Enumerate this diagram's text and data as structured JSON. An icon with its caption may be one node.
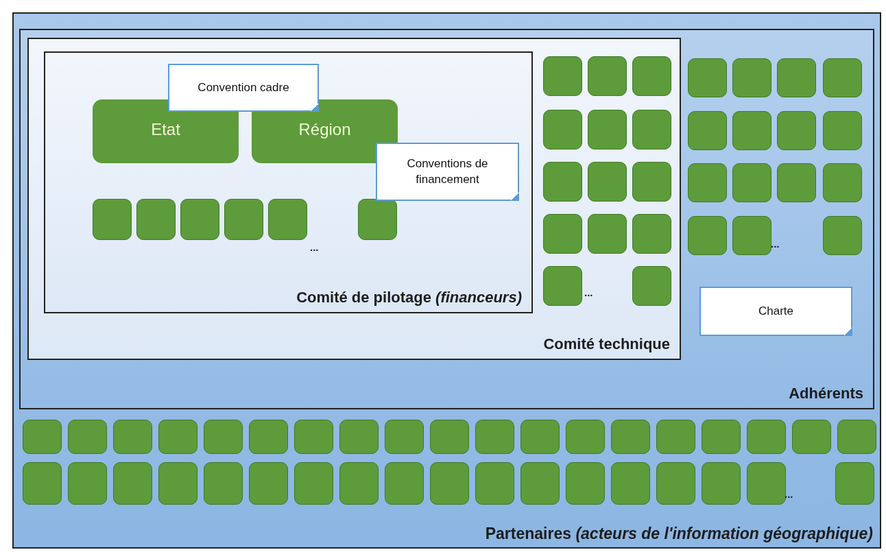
{
  "diagram": {
    "nodes": [
      {
        "text": [
          "Partenaires *(acteurs de l'information géographique)*"
        ]
      },
      {
        "text": [
          "Adhérents"
        ],
        "in": 0
      },
      {
        "text": [
          "Comité technique"
        ],
        "in": 1
      },
      {
        "text": [
          "Comité de pilotage *(financeurs)*"
        ],
        "in": 2
      },
      {
        "text": [
          "Etat"
        ],
        "in": 3
      },
      {
        "text": [
          "Région"
        ],
        "in": 3
      },
      {
        "text": [
          "Convention cadre"
        ],
        "in": 3
      },
      {
        "text": [
          "Conventions de financement"
        ],
        "in": 3
      },
      {
        "text": [],
        "shape": "box",
        "in": 3
      },
      {
        "text": [],
        "shape": "box",
        "in": 3
      },
      {
        "text": [],
        "shape": "box",
        "in": 3
      },
      {
        "text": [],
        "shape": "box",
        "in": 3
      },
      {
        "text": [],
        "shape": "box",
        "in": 3
      },
      {
        "text": [],
        "shape": "box",
        "in": 3
      },
      {
        "text": [],
        "shape": "box",
        "in": 2
      },
      {
        "text": [],
        "shape": "box",
        "in": 2
      },
      {
        "text": [],
        "shape": "box",
        "in": 2
      },
      {
        "text": [],
        "shape": "box",
        "in": 2
      },
      {
        "text": [],
        "shape": "box",
        "in": 2
      },
      {
        "text": [],
        "shape": "box",
        "in": 2
      },
      {
        "text": [],
        "shape": "box",
        "in": 2
      },
      {
        "text": [],
        "shape": "box",
        "in": 2
      },
      {
        "text": [],
        "shape": "box",
        "in": 2
      },
      {
        "text": [],
        "shape": "box",
        "in": 2
      },
      {
        "text": [],
        "shape": "box",
        "in": 2
      },
      {
        "text": [],
        "shape": "box",
        "in": 2
      },
      {
        "text": [],
        "shape": "box",
        "in": 2
      },
      {
        "text": [],
        "shape": "box",
        "in": 2
      },
      {
        "text": [],
        "shape": "box",
        "in": 1
      },
      {
        "text": [],
        "shape": "box",
        "in": 1
      },
      {
        "text": [],
        "shape": "box",
        "in": 1
      },
      {
        "text": [],
        "shape": "box",
        "in": 1
      },
      {
        "text": [],
        "shape": "box",
        "in": 1
      },
      {
        "text": [],
        "shape": "box",
        "in": 1
      },
      {
        "text": [],
        "shape": "box",
        "in": 1
      },
      {
        "text": [],
        "shape": "box",
        "in": 1
      },
      {
        "text": [],
        "shape": "box",
        "in": 1
      },
      {
        "text": [],
        "shape": "box",
        "in": 1
      },
      {
        "text": [],
        "shape": "box",
        "in": 1
      },
      {
        "text": [],
        "shape": "box",
        "in": 1
      },
      {
        "text": [],
        "shape": "box",
        "in": 1
      },
      {
        "text": [],
        "shape": "box",
        "in": 1
      },
      {
        "text": [],
        "shape": "box",
        "in": 1
      },
      {
        "text": [
          "Charte"
        ],
        "in": 1
      },
      {
        "text": [],
        "shape": "box",
        "in": 0
      },
      {
        "text": [],
        "shape": "box",
        "in": 0
      },
      {
        "text": [],
        "shape": "box",
        "in": 0
      },
      {
        "text": [],
        "shape": "box",
        "in": 0
      },
      {
        "text": [],
        "shape": "box",
        "in": 0
      },
      {
        "text": [],
        "shape": "box",
        "in": 0
      },
      {
        "text": [],
        "shape": "box",
        "in": 0
      },
      {
        "text": [],
        "shape": "box",
        "in": 0
      },
      {
        "text": [],
        "shape": "box",
        "in": 0
      },
      {
        "text": [],
        "shape": "box",
        "in": 0
      },
      {
        "text": [],
        "shape": "box",
        "in": 0
      },
      {
        "text": [],
        "shape": "box",
        "in": 0
      },
      {
        "text": [],
        "shape": "box",
        "in": 0
      },
      {
        "text": [],
        "shape": "box",
        "in": 0
      },
      {
        "text": [],
        "shape": "box",
        "in": 0
      },
      {
        "text": [],
        "shape": "box",
        "in": 0
      },
      {
        "text": [],
        "shape": "box",
        "in": 0
      },
      {
        "text": [],
        "shape": "box",
        "in": 0
      },
      {
        "text": [],
        "shape": "box",
        "in": 0
      },
      {
        "text": [],
        "shape": "box",
        "in": 0
      },
      {
        "text": [],
        "shape": "box",
        "in": 0
      },
      {
        "text": [],
        "shape": "box",
        "in": 0
      },
      {
        "text": [],
        "shape": "box",
        "in": 0
      },
      {
        "text": [],
        "shape": "box",
        "in": 0
      },
      {
        "text": [],
        "shape": "box",
        "in": 0
      },
      {
        "text": [],
        "shape": "box",
        "in": 0
      },
      {
        "text": [],
        "shape": "box",
        "in": 0
      },
      {
        "text": [],
        "shape": "box",
        "in": 0
      },
      {
        "text": [],
        "shape": "box",
        "in": 0
      },
      {
        "text": [],
        "shape": "box",
        "in": 0
      },
      {
        "text": [],
        "shape": "box",
        "in": 0
      },
      {
        "text": [],
        "shape": "box",
        "in": 0
      },
      {
        "text": [],
        "shape": "box",
        "in": 0
      },
      {
        "text": [],
        "shape": "box",
        "in": 0
      },
      {
        "text": [],
        "shape": "box",
        "in": 0
      },
      {
        "text": [],
        "shape": "box",
        "in": 0
      },
      {
        "text": [],
        "shape": "box",
        "in": 0
      }
    ],
    "labels": [
      "...",
      "...",
      "...",
      "..."
    ]
  }
}
